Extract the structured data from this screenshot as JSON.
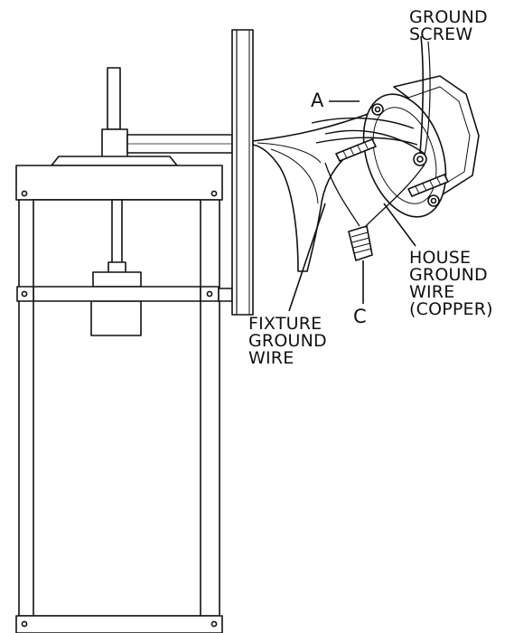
{
  "labels": {
    "ground_screw": [
      "GROUND",
      "SCREW"
    ],
    "a": "A",
    "c": "C",
    "house_ground_wire": [
      "HOUSE",
      "GROUND",
      "WIRE",
      "(COPPER)"
    ],
    "fixture_ground_wire": [
      "FIXTURE",
      "GROUND",
      "WIRE"
    ]
  }
}
